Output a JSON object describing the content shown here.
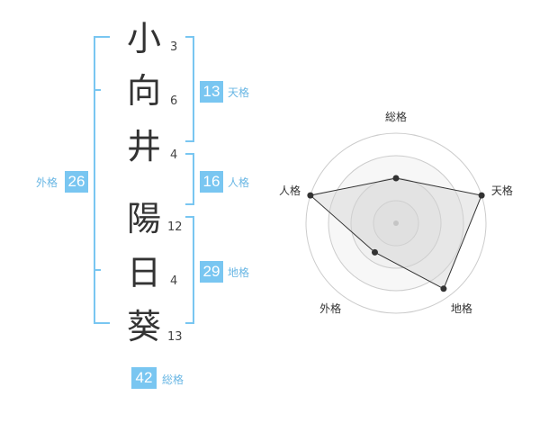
{
  "name": {
    "characters": [
      {
        "char": "小",
        "strokes": "3"
      },
      {
        "char": "向",
        "strokes": "6"
      },
      {
        "char": "井",
        "strokes": "4"
      },
      {
        "char": "陽",
        "strokes": "12"
      },
      {
        "char": "日",
        "strokes": "4"
      },
      {
        "char": "葵",
        "strokes": "13"
      }
    ]
  },
  "grades": {
    "tenkaku": {
      "value": "13",
      "label": "天格"
    },
    "jinkaku": {
      "value": "16",
      "label": "人格"
    },
    "chikaku": {
      "value": "29",
      "label": "地格"
    },
    "gaikaku": {
      "value": "26",
      "label": "外格"
    },
    "soukaku": {
      "value": "42",
      "label": "総格"
    }
  },
  "chart_data": {
    "type": "radar",
    "axes": [
      "総格",
      "天格",
      "地格",
      "外格",
      "人格"
    ],
    "values": [
      0.5,
      1.0,
      0.9,
      0.4,
      1.0
    ],
    "max": 1.0,
    "rings": 4,
    "colors": {
      "fill": "#eeeeee",
      "line": "#333333",
      "ring": "#cccccc",
      "accent": "#79c6f1"
    }
  }
}
